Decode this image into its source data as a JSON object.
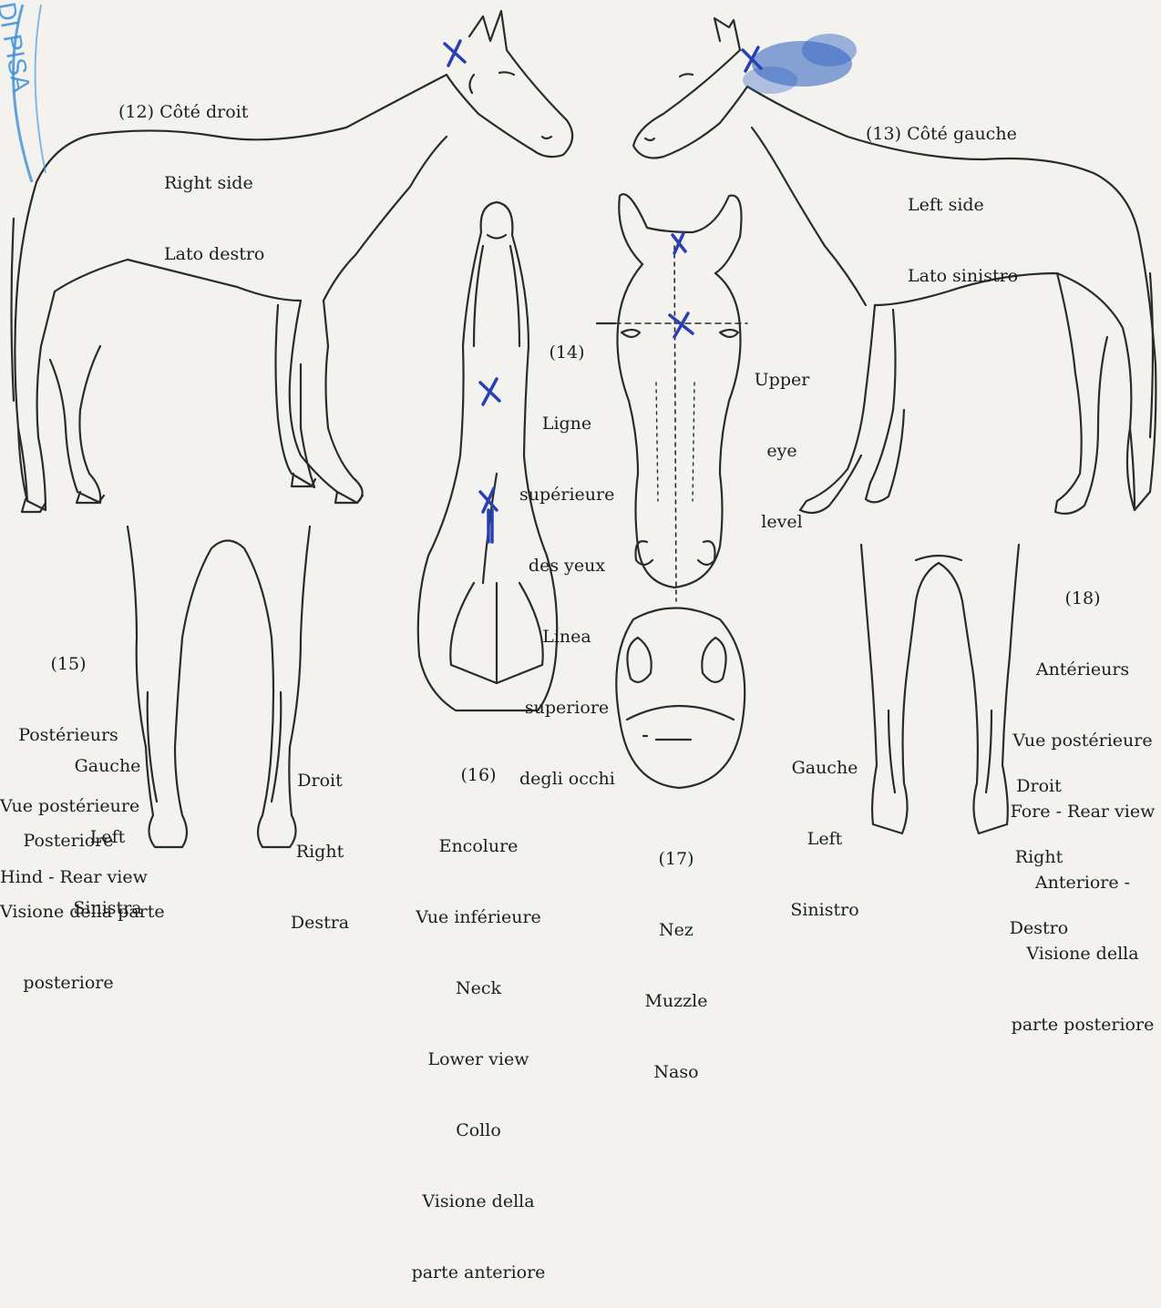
{
  "stamp": {
    "text": "DI PISA",
    "color": "#3a8fd8"
  },
  "marks": {
    "color": "#2a3fb0",
    "icon": "cross-mark-icon"
  },
  "views": {
    "right_side": {
      "num": "(12)",
      "lines": [
        "Côté droit",
        "Right side",
        "Lato destro"
      ]
    },
    "left_side": {
      "num": "(13)",
      "lines": [
        "Côté gauche",
        "Left side",
        "Lato sinistro"
      ]
    },
    "eye_line": {
      "num": "(14)",
      "lines": [
        "Ligne",
        "supérieure",
        "des yeux",
        "Linea",
        "superiore",
        "degli occhi"
      ]
    },
    "upper_eye": {
      "lines": [
        "Upper",
        "eye",
        "level"
      ]
    },
    "hind_rear": {
      "num": "(15)",
      "lines": [
        "Postérieurs",
        "Vue postérieure",
        "Hind - Rear view",
        "Gauche",
        "Left",
        "Sinistra",
        "Posteriore",
        "Visione della parte",
        "posteriore"
      ]
    },
    "hind_right": {
      "lines": [
        "Droit",
        "Right",
        "Destra"
      ]
    },
    "neck": {
      "num": "(16)",
      "lines": [
        "Encolure",
        "Vue inférieure",
        "Neck",
        "Lower view",
        "Collo",
        "Visione della",
        "parte anteriore"
      ]
    },
    "muzzle": {
      "num": "(17)",
      "lines": [
        "Nez",
        "Muzzle",
        "Naso"
      ]
    },
    "fore_rear": {
      "num": "(18)",
      "lines": [
        "Antérieurs",
        "Vue postérieure",
        "Fore - Rear view",
        "Anteriore -",
        "Visione della",
        "parte posteriore"
      ]
    },
    "fore_left": {
      "lines": [
        "Gauche",
        "Left",
        "Sinistro"
      ]
    },
    "fore_right": {
      "lines": [
        "Droit",
        "Right",
        "Destro"
      ]
    }
  }
}
